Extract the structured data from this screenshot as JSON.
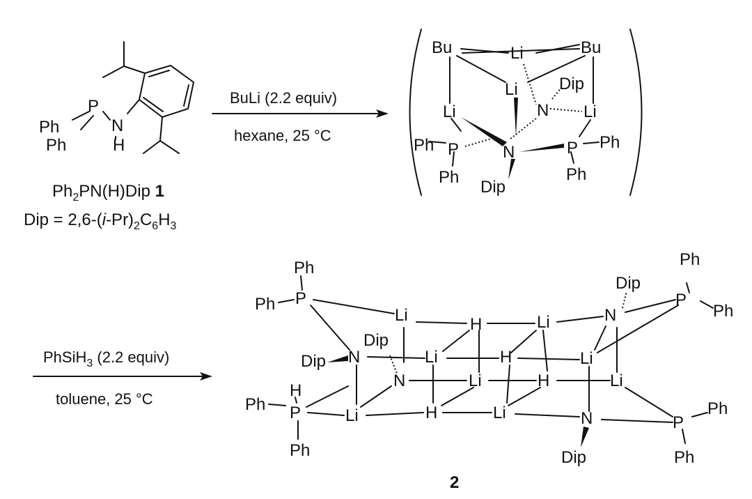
{
  "reagent": {
    "ph_a": "Ph",
    "ph_b": "Ph",
    "p": "P",
    "n": "N",
    "h": "H",
    "name_pre": "Ph",
    "name_sub": "2",
    "name_post": "PN(H)Dip ",
    "name_num": "1",
    "dip_pre": "Dip = 2,6-(",
    "dip_it": "i",
    "dip_mid": "-Pr)",
    "dip_sub1": "2",
    "dip_c": "C",
    "dip_sub2": "6",
    "dip_h": "H",
    "dip_sub3": "3"
  },
  "step1": {
    "reagent": "BuLi (2.2 equiv)",
    "solvent": "hexane, 25 °C"
  },
  "step2": {
    "reagent_pre": "PhSiH",
    "reagent_sub": "3",
    "reagent_post": " (2.2 equiv)",
    "solvent": "toluene, 25 °C"
  },
  "intermediate": {
    "bu": "Bu",
    "li": "Li",
    "n": "N",
    "p": "P",
    "ph": "Ph",
    "dip": "Dip"
  },
  "product": {
    "ph": "Ph",
    "p": "P",
    "li": "Li",
    "h": "H",
    "n": "N",
    "dip": "Dip",
    "label": "2"
  }
}
